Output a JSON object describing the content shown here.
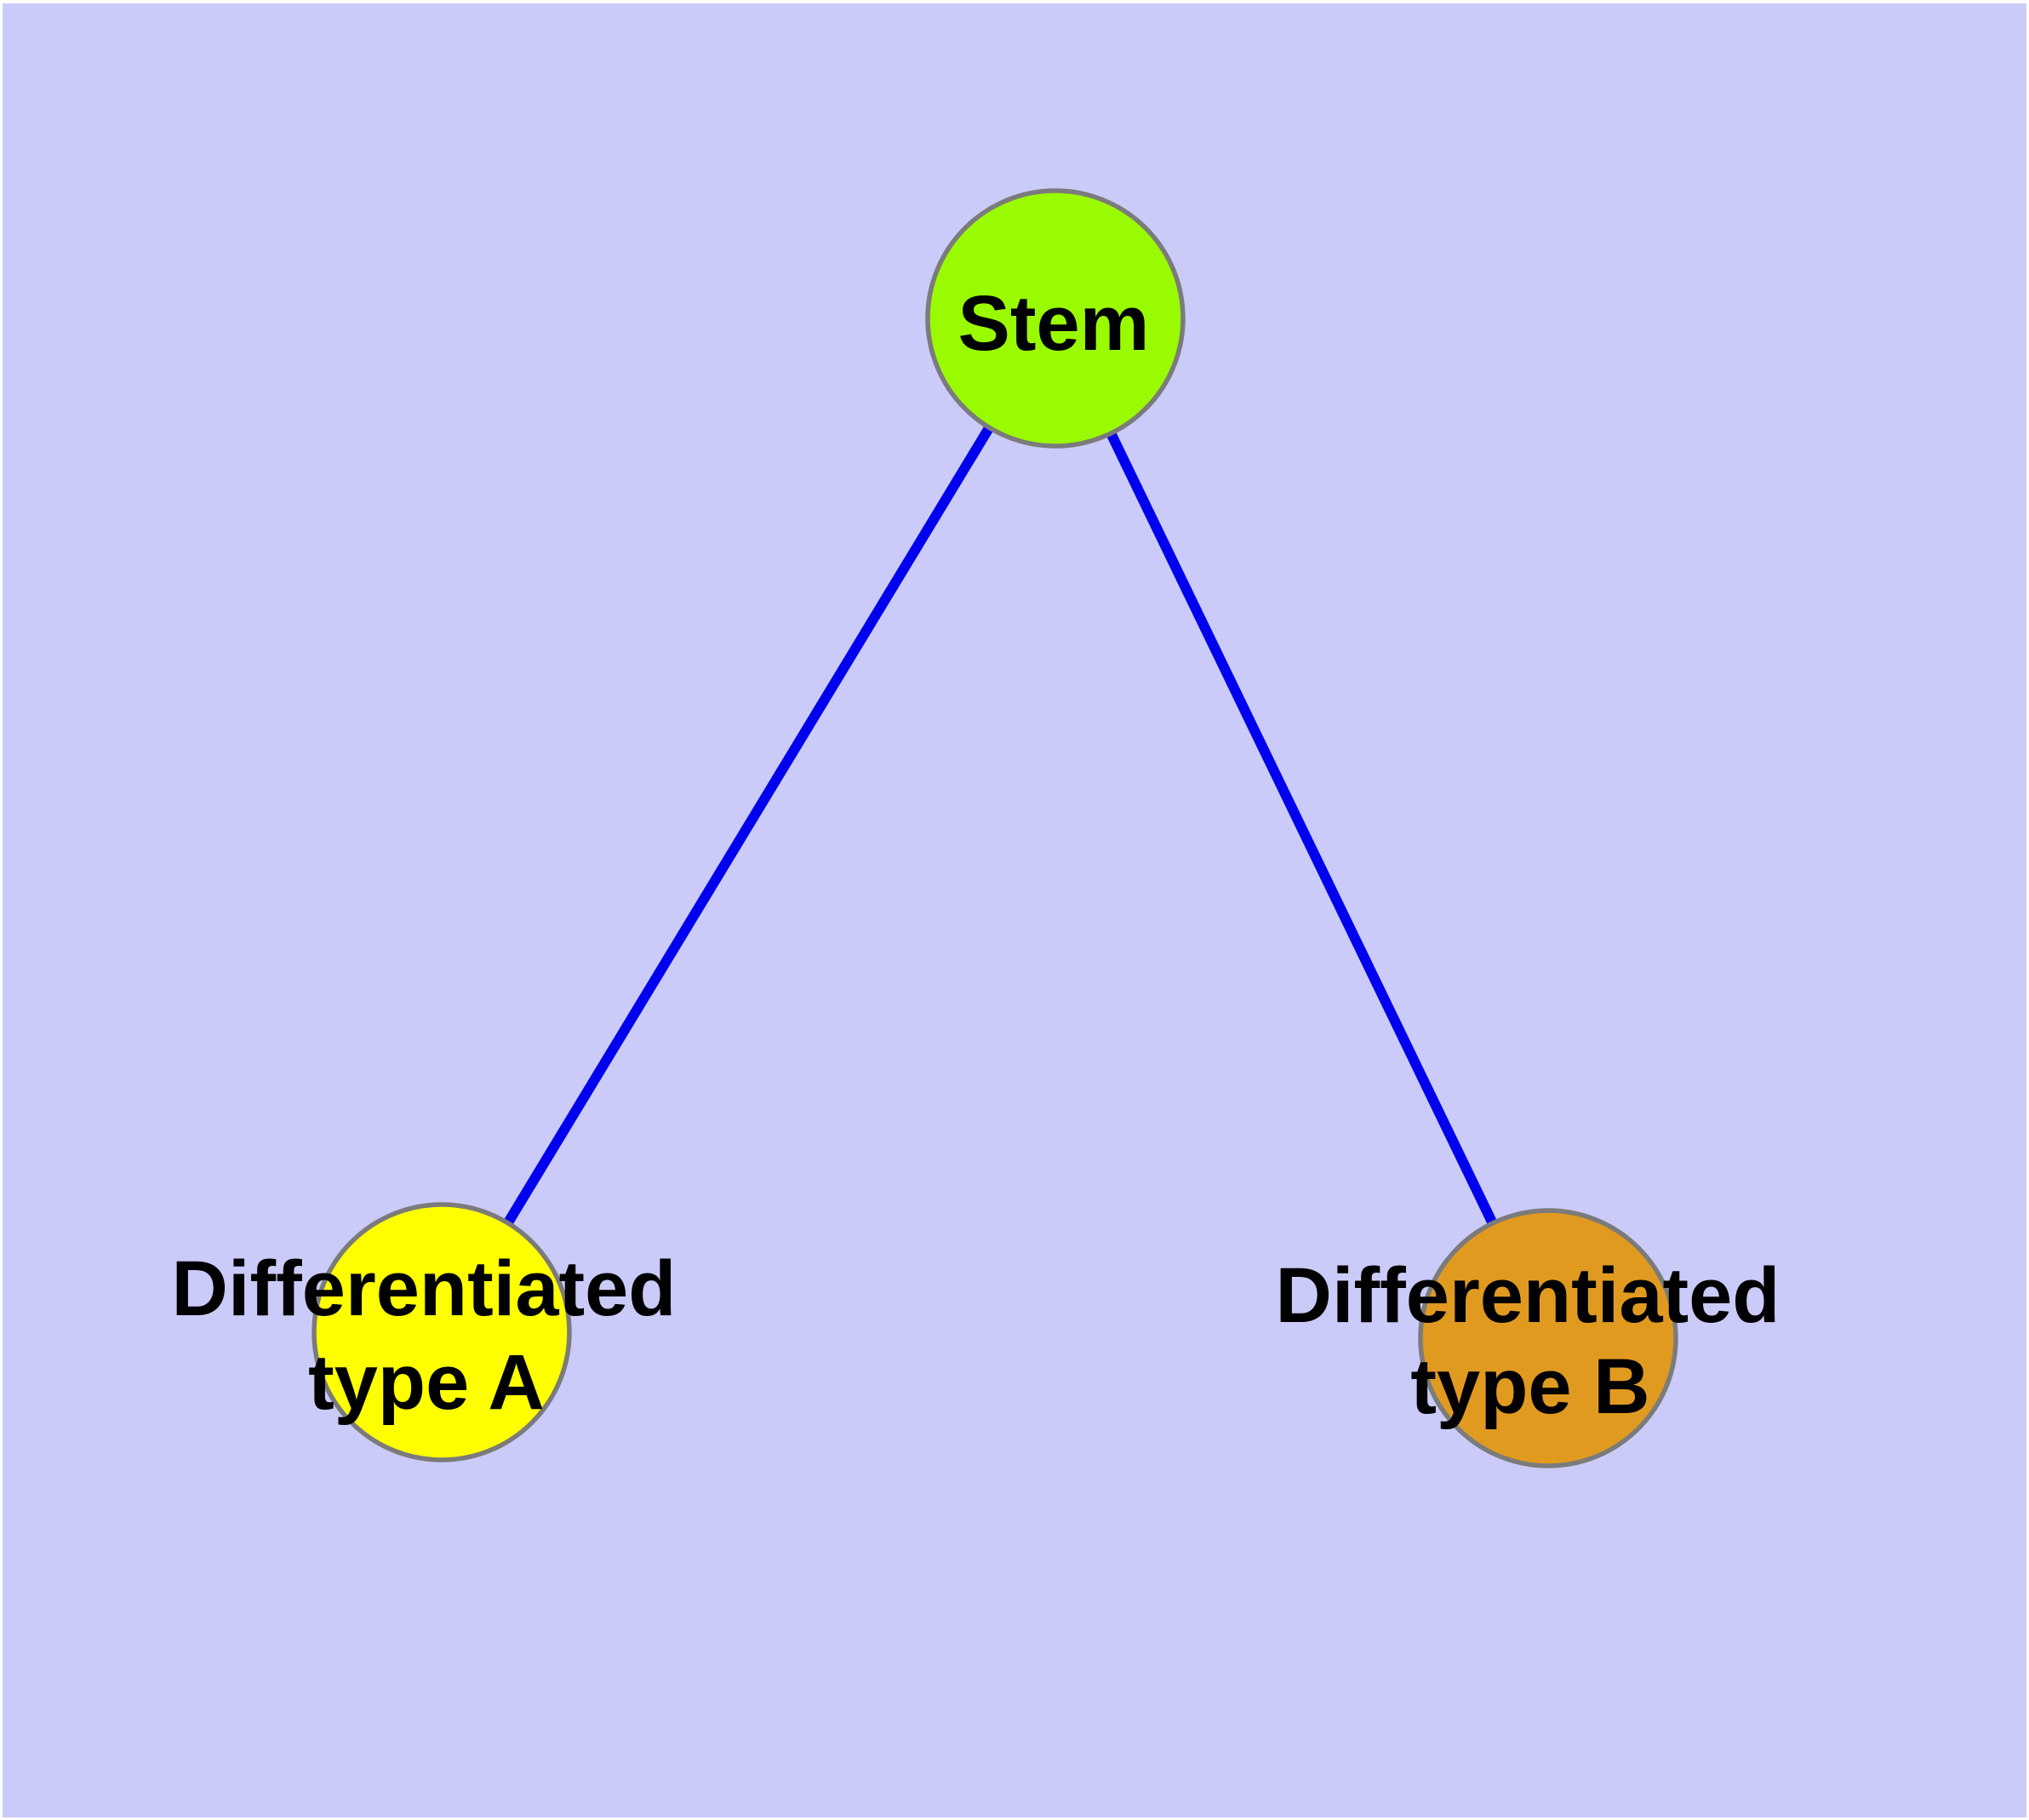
{
  "diagram": {
    "background_color": "#cbcbf9",
    "page_margin_color": "#ffffff",
    "edge_color": "#0000ee",
    "node_border_color": "#7b7b7b",
    "label_color": "#000000",
    "nodes": [
      {
        "id": "stem",
        "label": "Stem",
        "line1": "Stem",
        "color": "#9afb00"
      },
      {
        "id": "differentiated-type-a",
        "label": "Differentiated type A",
        "line1": "Differentiated",
        "line2": "type A",
        "color": "#ffff00"
      },
      {
        "id": "differentiated-type-b",
        "label": "Differentiated type B",
        "line1": "Differentiated",
        "line2": "type B",
        "color": "#e19a20"
      }
    ],
    "edges": [
      {
        "from": "Stem",
        "to": "Differentiated type A"
      },
      {
        "from": "Stem",
        "to": "Differentiated type B"
      }
    ]
  }
}
